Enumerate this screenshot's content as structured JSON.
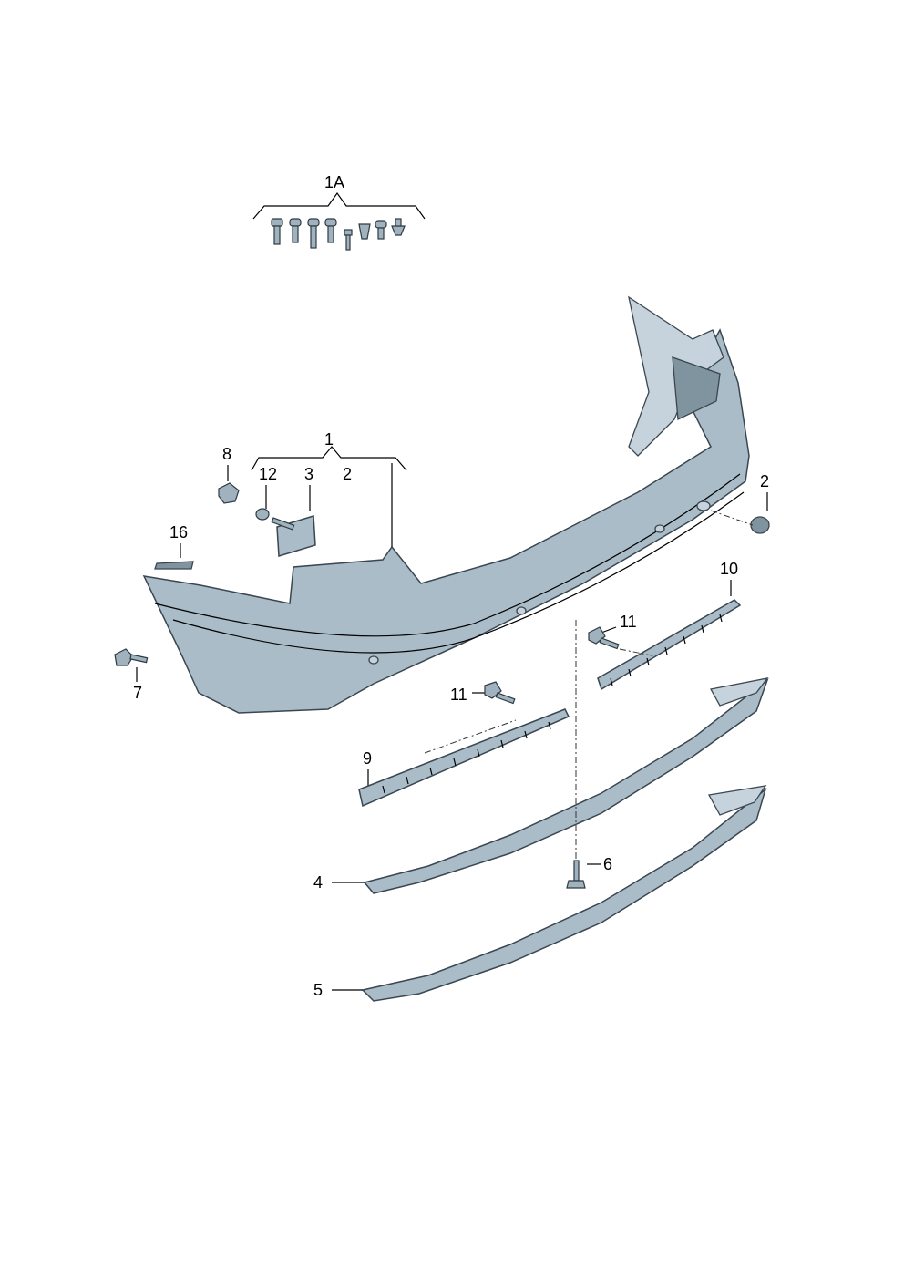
{
  "callouts": {
    "c1A": "1A",
    "c1": "1",
    "c2a": "2",
    "c2b": "2",
    "c3": "3",
    "c4": "4",
    "c5": "5",
    "c6": "6",
    "c7": "7",
    "c8": "8",
    "c9": "9",
    "c10": "10",
    "c11a": "11",
    "c11b": "11",
    "c12": "12",
    "c16": "16"
  },
  "colors": {
    "part_fill": "#a9bcc8",
    "outline": "#3a4650"
  }
}
